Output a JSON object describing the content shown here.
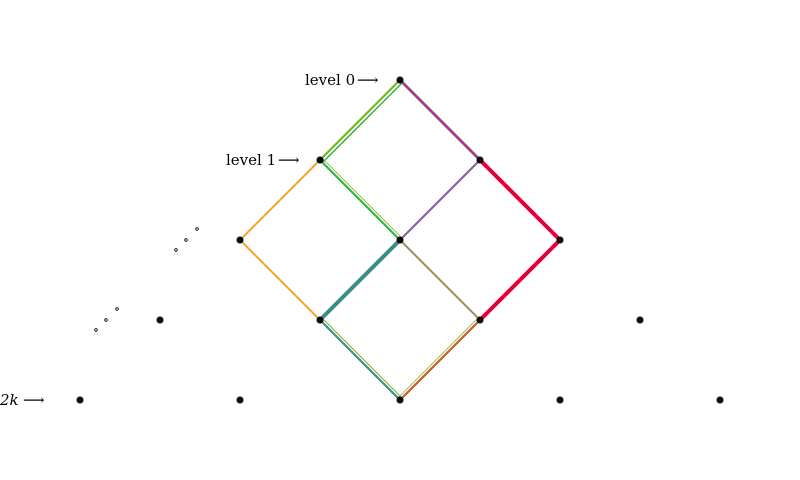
{
  "labels": {
    "level0": "level 0",
    "level1": "level 1",
    "bottom": "2k"
  },
  "arrow_glyph": "⟶",
  "colors": {
    "green": "#7ab317",
    "green2": "#2db34a",
    "purple": "#8a5a9e",
    "red": "#e3003a",
    "orange": "#f5a623",
    "teal": "#3a8f8a",
    "olive": "#a8b34a",
    "brown": "#c0612b",
    "dot": "#000000"
  }
}
